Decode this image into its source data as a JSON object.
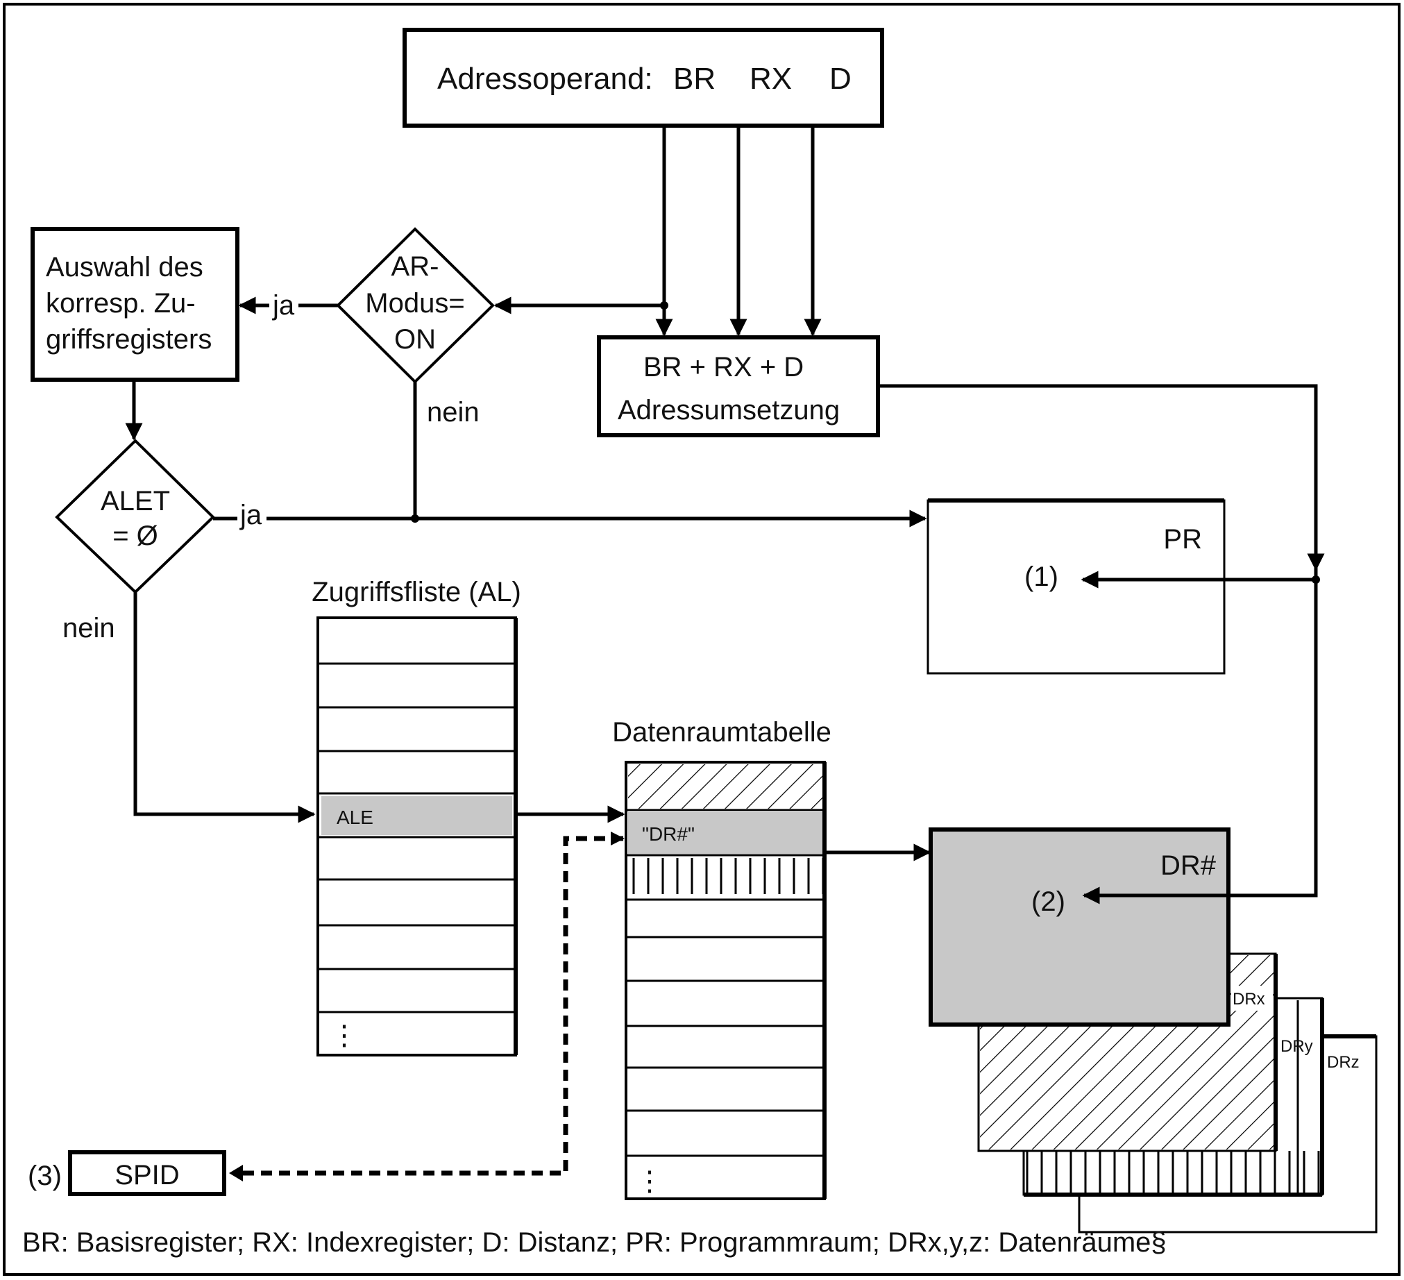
{
  "figure": {
    "address_operand": {
      "label": "Adressoperand:",
      "fields": [
        "BR",
        "RX",
        "D"
      ]
    },
    "decision_ar_mode": {
      "lines": [
        "AR-",
        "Modus=",
        "ON"
      ],
      "yes_label": "ja",
      "no_label": "nein"
    },
    "select_register_box": {
      "lines": [
        "Auswahl des",
        "korresp. Zu-",
        "griffsregisters"
      ]
    },
    "decision_alet": {
      "lines": [
        "ALET",
        "= Ø"
      ],
      "yes_label": "ja",
      "no_label": "nein"
    },
    "address_translation_box": {
      "lines": [
        "BR + RX + D",
        "Adressumsetzung"
      ]
    },
    "program_space": {
      "title": "PR",
      "marker": "(1)"
    },
    "access_list": {
      "title": "Zugriffsfliste (AL)",
      "highlighted_entry": "ALE",
      "rows_before": 4,
      "rows_after": 4,
      "continuation": "⋮"
    },
    "data_space_table": {
      "title": "Datenraumtabelle",
      "highlighted_entry": "\"DR#\"",
      "rows_after": 6,
      "continuation": "⋮"
    },
    "data_space": {
      "title": "DR#",
      "marker": "(2)",
      "stack_labels": [
        "DRx",
        "DRy",
        "DRz"
      ]
    },
    "spid": {
      "marker": "(3)",
      "label": "SPID"
    },
    "caption": "BR: Basisregister; RX: Indexregister; D: Distanz; PR: Programmraum; DRx,y,z: Datenräume§",
    "colors": {
      "highlight": "#c8c8c8",
      "line": "#000000",
      "background": "#ffffff"
    }
  }
}
